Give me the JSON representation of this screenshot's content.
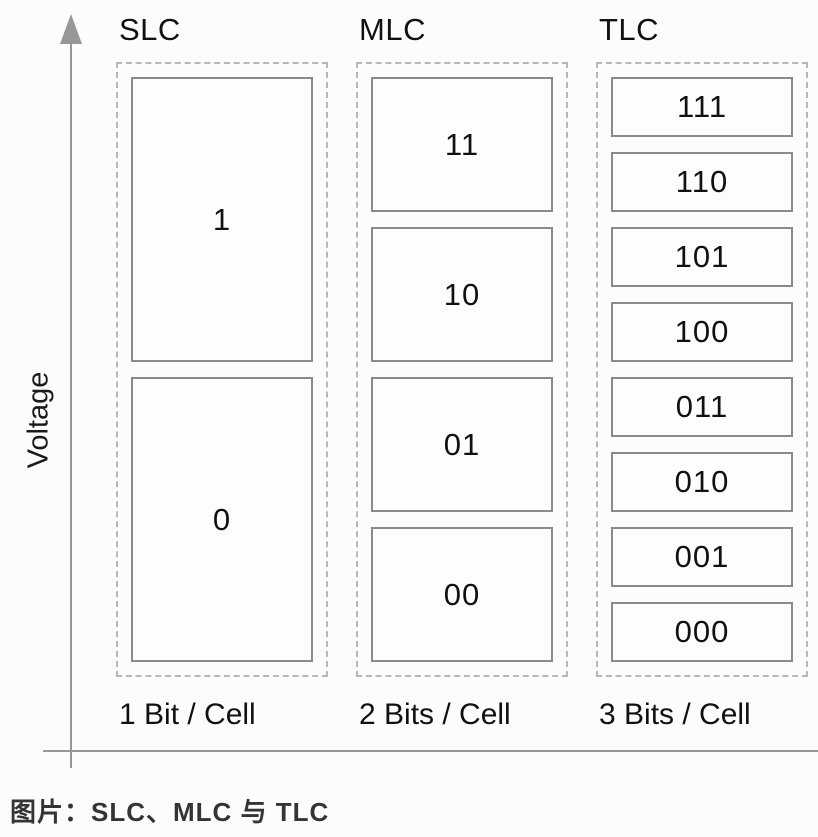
{
  "figure": {
    "y_axis_label": "Voltage",
    "columns": [
      {
        "header": "SLC",
        "caption": "1 Bit / Cell",
        "cells": [
          "1",
          "0"
        ]
      },
      {
        "header": "MLC",
        "caption": "2 Bits / Cell",
        "cells": [
          "11",
          "10",
          "01",
          "00"
        ]
      },
      {
        "header": "TLC",
        "caption": "3 Bits / Cell",
        "cells": [
          "111",
          "110",
          "101",
          "100",
          "011",
          "010",
          "001",
          "000"
        ]
      }
    ]
  },
  "caption": "图片：SLC、MLC 与 TLC",
  "colors": {
    "background": "#fcfcfc",
    "axis": "#979797",
    "cell_border": "#8a8a8a",
    "dashed_border": "#b8b8b8",
    "text": "#111111",
    "caption_text": "#343434"
  }
}
